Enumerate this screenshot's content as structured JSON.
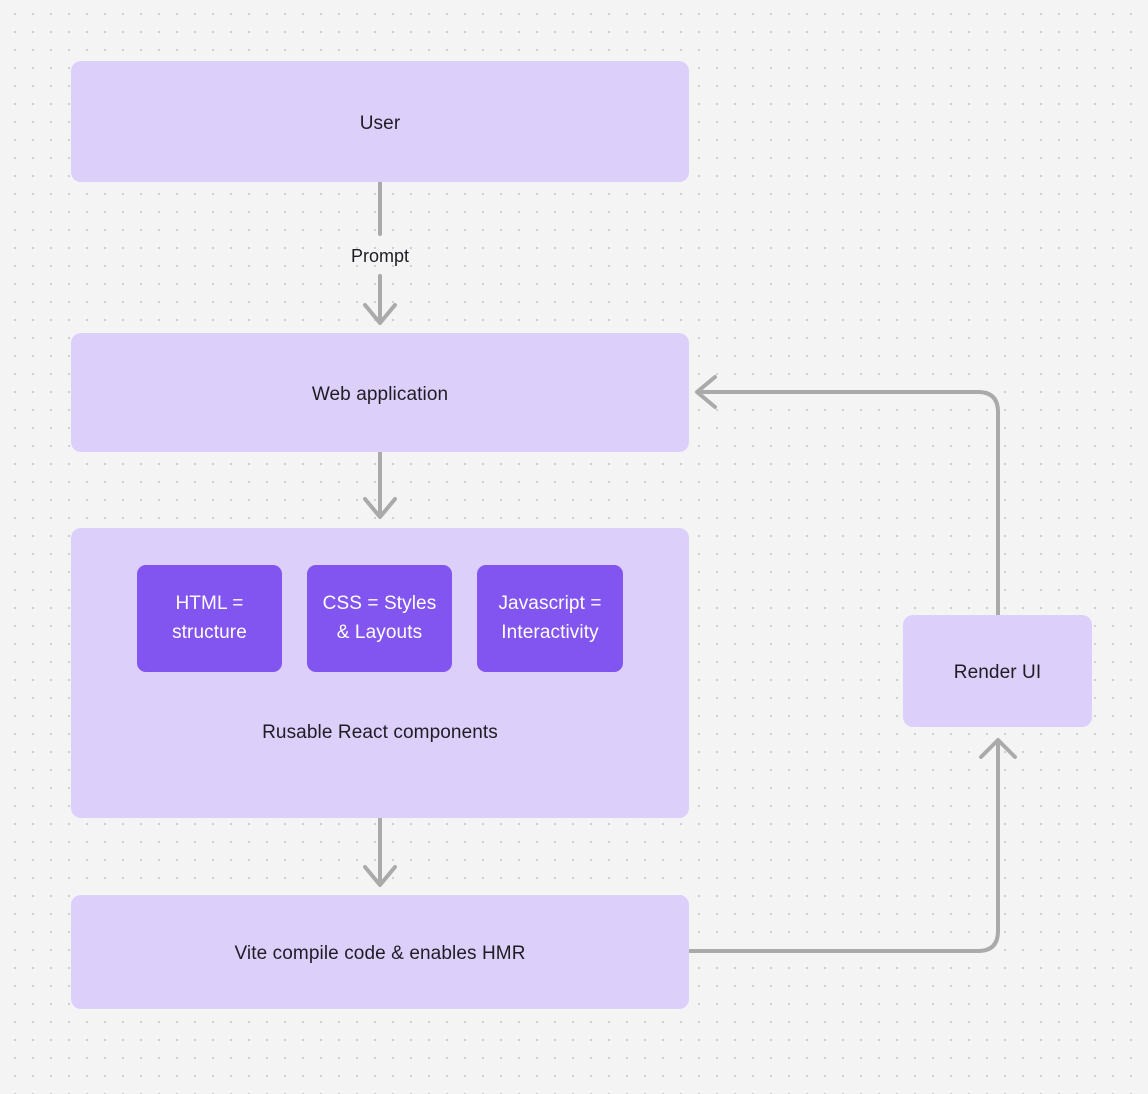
{
  "diagram": {
    "type": "flowchart",
    "background_color": "#f4f4f5",
    "grid": "dotted",
    "node_fill": "#dccffa",
    "chip_fill": "#8254f0",
    "edge_color": "#aaaaab",
    "nodes": {
      "user": {
        "label": "User"
      },
      "web_application": {
        "label": "Web application"
      },
      "components_group": {
        "label": "Rusable React components"
      },
      "html_chip": {
        "label": "HTML =\nstructure",
        "line1": "HTML =",
        "line2": "structure"
      },
      "css_chip": {
        "label": "CSS = Styles\n& Layouts",
        "line1": "CSS = Styles",
        "line2": "& Layouts"
      },
      "js_chip": {
        "label": "Javascript =\nInteractivity",
        "line1": "Javascript =",
        "line2": "Interactivity"
      },
      "vite": {
        "label": "Vite compile code & enables HMR"
      },
      "render_ui": {
        "label": "Render UI"
      }
    },
    "edges": [
      {
        "from": "user",
        "to": "web_application",
        "label": "Prompt"
      },
      {
        "from": "web_application",
        "to": "components_group",
        "label": ""
      },
      {
        "from": "components_group",
        "to": "vite",
        "label": ""
      },
      {
        "from": "vite",
        "to": "render_ui",
        "label": ""
      },
      {
        "from": "render_ui",
        "to": "web_application",
        "label": ""
      }
    ]
  }
}
